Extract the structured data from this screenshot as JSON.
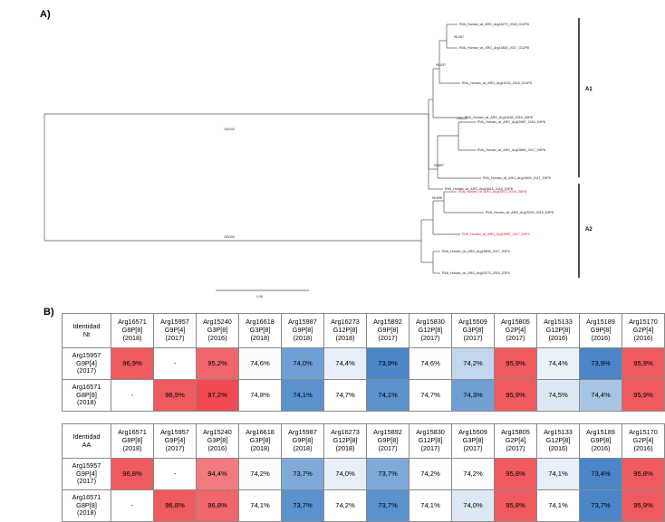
{
  "figure": {
    "panel_a_label": "A)",
    "panel_b_label": "B)"
  },
  "tree": {
    "scale_bar_label": "0.06",
    "clades": [
      {
        "name": "A1"
      },
      {
        "name": "A2"
      }
    ],
    "supports": [
      {
        "id": "s1",
        "text": "98.3/97"
      },
      {
        "id": "s2",
        "text": "99.1/97"
      },
      {
        "id": "s3",
        "text": "100/100"
      },
      {
        "id": "s4",
        "text": "99.8/97"
      },
      {
        "id": "s5",
        "text": "100/100"
      },
      {
        "id": "s6",
        "text": "100/100"
      },
      {
        "id": "s7",
        "text": "98.8/98"
      }
    ],
    "tips": [
      {
        "id": "t1",
        "label": "RVA_Human_wt_ARG_Arg16273_2018_G12P8",
        "highlight": false
      },
      {
        "id": "t2",
        "label": "RVA_Human_wt_ARG_Arg15830_2017_G12P8",
        "highlight": false
      },
      {
        "id": "t3",
        "label": "RVA_Human_wt_ARG_Arg15133_2016_G12P8",
        "highlight": false
      },
      {
        "id": "t4",
        "label": "RVA_Human_wt_ARG_Arg15189_2016_G9P8",
        "highlight": false
      },
      {
        "id": "t5",
        "label": "RVA_Human_wt_ARG_Arg15987_2018_G9P8",
        "highlight": false
      },
      {
        "id": "t6",
        "label": "RVA_Human_wt_ARG_Arg15892_2017_G9P8",
        "highlight": false
      },
      {
        "id": "t7",
        "label": "RVA_Human_wt_ARG_Arg15509_2017_G3P8",
        "highlight": false
      },
      {
        "id": "t8",
        "label": "RVA_Human_wt_ARG_Arg16618_2018_G3P8",
        "highlight": false
      },
      {
        "id": "t9",
        "label": "RVA_Human_wt_ARG_Arg16571_2018_G8P8",
        "highlight": true
      },
      {
        "id": "t10",
        "label": "RVA_Human_wt_ARG_Arg15240_2016_G3P8",
        "highlight": false
      },
      {
        "id": "t11",
        "label": "RVA_Human_wt_ARG_Arg15957_2017_G9P4",
        "highlight": true
      },
      {
        "id": "t12",
        "label": "RVA_Human_wt_ARG_Arg15805_2017_G2P4",
        "highlight": false
      },
      {
        "id": "t13",
        "label": "RVA_Human_wt_ARG_Arg15170_2016_G2P4",
        "highlight": false
      }
    ]
  },
  "tables": {
    "nt": {
      "corner_label": "Identidad\nNt",
      "corner_line1": "Identidad",
      "corner_line2": "Nt",
      "columns": [
        {
          "strain": "Arg16571",
          "genotype": "G8P[8]",
          "year": "(2018)"
        },
        {
          "strain": "Arg15957",
          "genotype": "G9P[4]",
          "year": "(2017)"
        },
        {
          "strain": "Arg15240",
          "genotype": "G3P[8]",
          "year": "(2016)"
        },
        {
          "strain": "Arg16618",
          "genotype": "G3P[8]",
          "year": "(2018)"
        },
        {
          "strain": "Arg15987",
          "genotype": "G9P[8]",
          "year": "(2018)"
        },
        {
          "strain": "Arg16273",
          "genotype": "G12P[8]",
          "year": "(2018)"
        },
        {
          "strain": "Arg15892",
          "genotype": "G9P[8]",
          "year": "(2017)"
        },
        {
          "strain": "Arg15830",
          "genotype": "G12P[8]",
          "year": "(2017)"
        },
        {
          "strain": "Arg15509",
          "genotype": "G3P[8]",
          "year": "(2017)"
        },
        {
          "strain": "Arg15805",
          "genotype": "G2P[4]",
          "year": "(2017)"
        },
        {
          "strain": "Arg15133",
          "genotype": "G12P[8]",
          "year": "(2016)"
        },
        {
          "strain": "Arg15189",
          "genotype": "G9P[8]",
          "year": "(2016)"
        },
        {
          "strain": "Arg15170",
          "genotype": "G2P[4]",
          "year": "(2016)"
        }
      ],
      "rows": [
        {
          "strain": "Arg15957",
          "genotype": "G9P[4]",
          "year": "(2017)",
          "values": [
            "96,9%",
            "-",
            "95,2%",
            "74,6%",
            "74,0%",
            "74,4%",
            "73,9%",
            "74,6%",
            "74,2%",
            "95,9%",
            "74,4%",
            "73,9%",
            "95,9%"
          ],
          "colors": [
            "#ef5a5f",
            "#ffffff",
            "#f0666b",
            "#fbfcfe",
            "#6f9fd4",
            "#e8eff8",
            "#4a86c8",
            "#fdfeff",
            "#c3d6ee",
            "#ef5a5f",
            "#eaf1f9",
            "#4a86c8",
            "#ef5a5f"
          ]
        },
        {
          "strain": "Arg16571",
          "genotype": "G8P[8]",
          "year": "(2018)",
          "values": [
            "-",
            "96,9%",
            "97,2%",
            "74,8%",
            "74,1%",
            "74,7%",
            "74,1%",
            "74,7%",
            "74,3%",
            "95,9%",
            "74,5%",
            "74,4%",
            "95,9%"
          ],
          "colors": [
            "#ffffff",
            "#ef5a5f",
            "#ef4a50",
            "#ffffff",
            "#5b92ce",
            "#ffffff",
            "#5b92ce",
            "#ffffff",
            "#6f9fd4",
            "#ef5a5f",
            "#dde8f5",
            "#a9c5e6",
            "#ef5a5f"
          ]
        }
      ]
    },
    "aa": {
      "corner_line1": "Identidad",
      "corner_line2": "AA",
      "columns": [
        {
          "strain": "Arg16571",
          "genotype": "G8P[8]",
          "year": "(2018)"
        },
        {
          "strain": "Arg15957",
          "genotype": "G9P[4]",
          "year": "(2017)"
        },
        {
          "strain": "Arg15240",
          "genotype": "G3P[8]",
          "year": "(2016)"
        },
        {
          "strain": "Arg16618",
          "genotype": "G3P[8]",
          "year": "(2018)"
        },
        {
          "strain": "Arg15987",
          "genotype": "G9P[8]",
          "year": "(2018)"
        },
        {
          "strain": "Arg16273",
          "genotype": "G12P[8]",
          "year": "(2018)"
        },
        {
          "strain": "Arg15892",
          "genotype": "G9P[8]",
          "year": "(2017)"
        },
        {
          "strain": "Arg15830",
          "genotype": "G12P[8]",
          "year": "(2017)"
        },
        {
          "strain": "Arg15509",
          "genotype": "G3P[8]",
          "year": "(2017)"
        },
        {
          "strain": "Arg15805",
          "genotype": "G2P[4]",
          "year": "(2017)"
        },
        {
          "strain": "Arg15133",
          "genotype": "G12P[8]",
          "year": "(2016)"
        },
        {
          "strain": "Arg15189",
          "genotype": "G9P[8]",
          "year": "(2016)"
        },
        {
          "strain": "Arg15170",
          "genotype": "G2P[4]",
          "year": "(2016)"
        }
      ],
      "rows": [
        {
          "strain": "Arg15957",
          "genotype": "G9P[4]",
          "year": "(2017)",
          "values": [
            "96,8%",
            "-",
            "94,4%",
            "74,2%",
            "73,7%",
            "74,0%",
            "73,7%",
            "74,2%",
            "74,2%",
            "95,8%",
            "74,1%",
            "73,4%",
            "95,8%"
          ],
          "colors": [
            "#ef5a5f",
            "#ffffff",
            "#f37a80",
            "#fbfcfe",
            "#7fa9d9",
            "#e8eff8",
            "#7fa9d9",
            "#fdfeff",
            "#fdfeff",
            "#ef5a5f",
            "#e8eff8",
            "#4a86c8",
            "#ef5a5f"
          ]
        },
        {
          "strain": "Arg16571",
          "genotype": "G8P[8]",
          "year": "(2018)",
          "values": [
            "-",
            "96,8%",
            "96,8%",
            "74,1%",
            "73,7%",
            "74,2%",
            "73,7%",
            "74,1%",
            "74,0%",
            "95,8%",
            "74,1%",
            "73,7%",
            "95,9%"
          ],
          "colors": [
            "#ffffff",
            "#ef5a5f",
            "#f0666b",
            "#ffffff",
            "#5b92ce",
            "#ffffff",
            "#5b92ce",
            "#ffffff",
            "#dde8f5",
            "#ef5a5f",
            "#ffffff",
            "#4a86c8",
            "#ef5a5f"
          ]
        }
      ]
    }
  }
}
